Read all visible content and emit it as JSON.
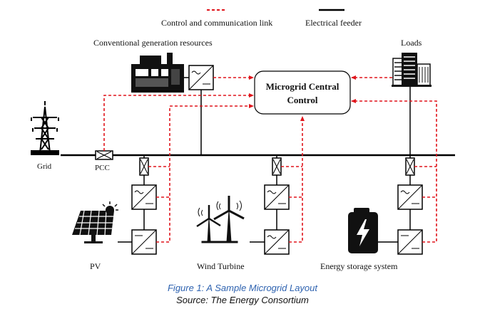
{
  "legend": {
    "control_link": "Control and communication link",
    "feeder": "Electrical feeder"
  },
  "labels": {
    "conventional": "Conventional generation resources",
    "loads": "Loads",
    "mcc_line1": "Microgrid Central",
    "mcc_line2": "Control",
    "grid": "Grid",
    "pcc": "PCC",
    "pv": "PV",
    "wind": "Wind Turbine",
    "ess": "Energy storage system"
  },
  "caption": {
    "title": "Figure 1: A Sample Microgrid Layout",
    "source": "Source: The Energy Consortium"
  },
  "colors": {
    "control": "#e0141b",
    "feeder": "#000000",
    "caption_blue": "#2f63b0"
  },
  "icons": [
    "transmission-tower-icon",
    "generator-icon",
    "building-icon",
    "solar-panel-icon",
    "wind-turbine-icon",
    "battery-icon",
    "converter-icon",
    "breaker-icon"
  ]
}
